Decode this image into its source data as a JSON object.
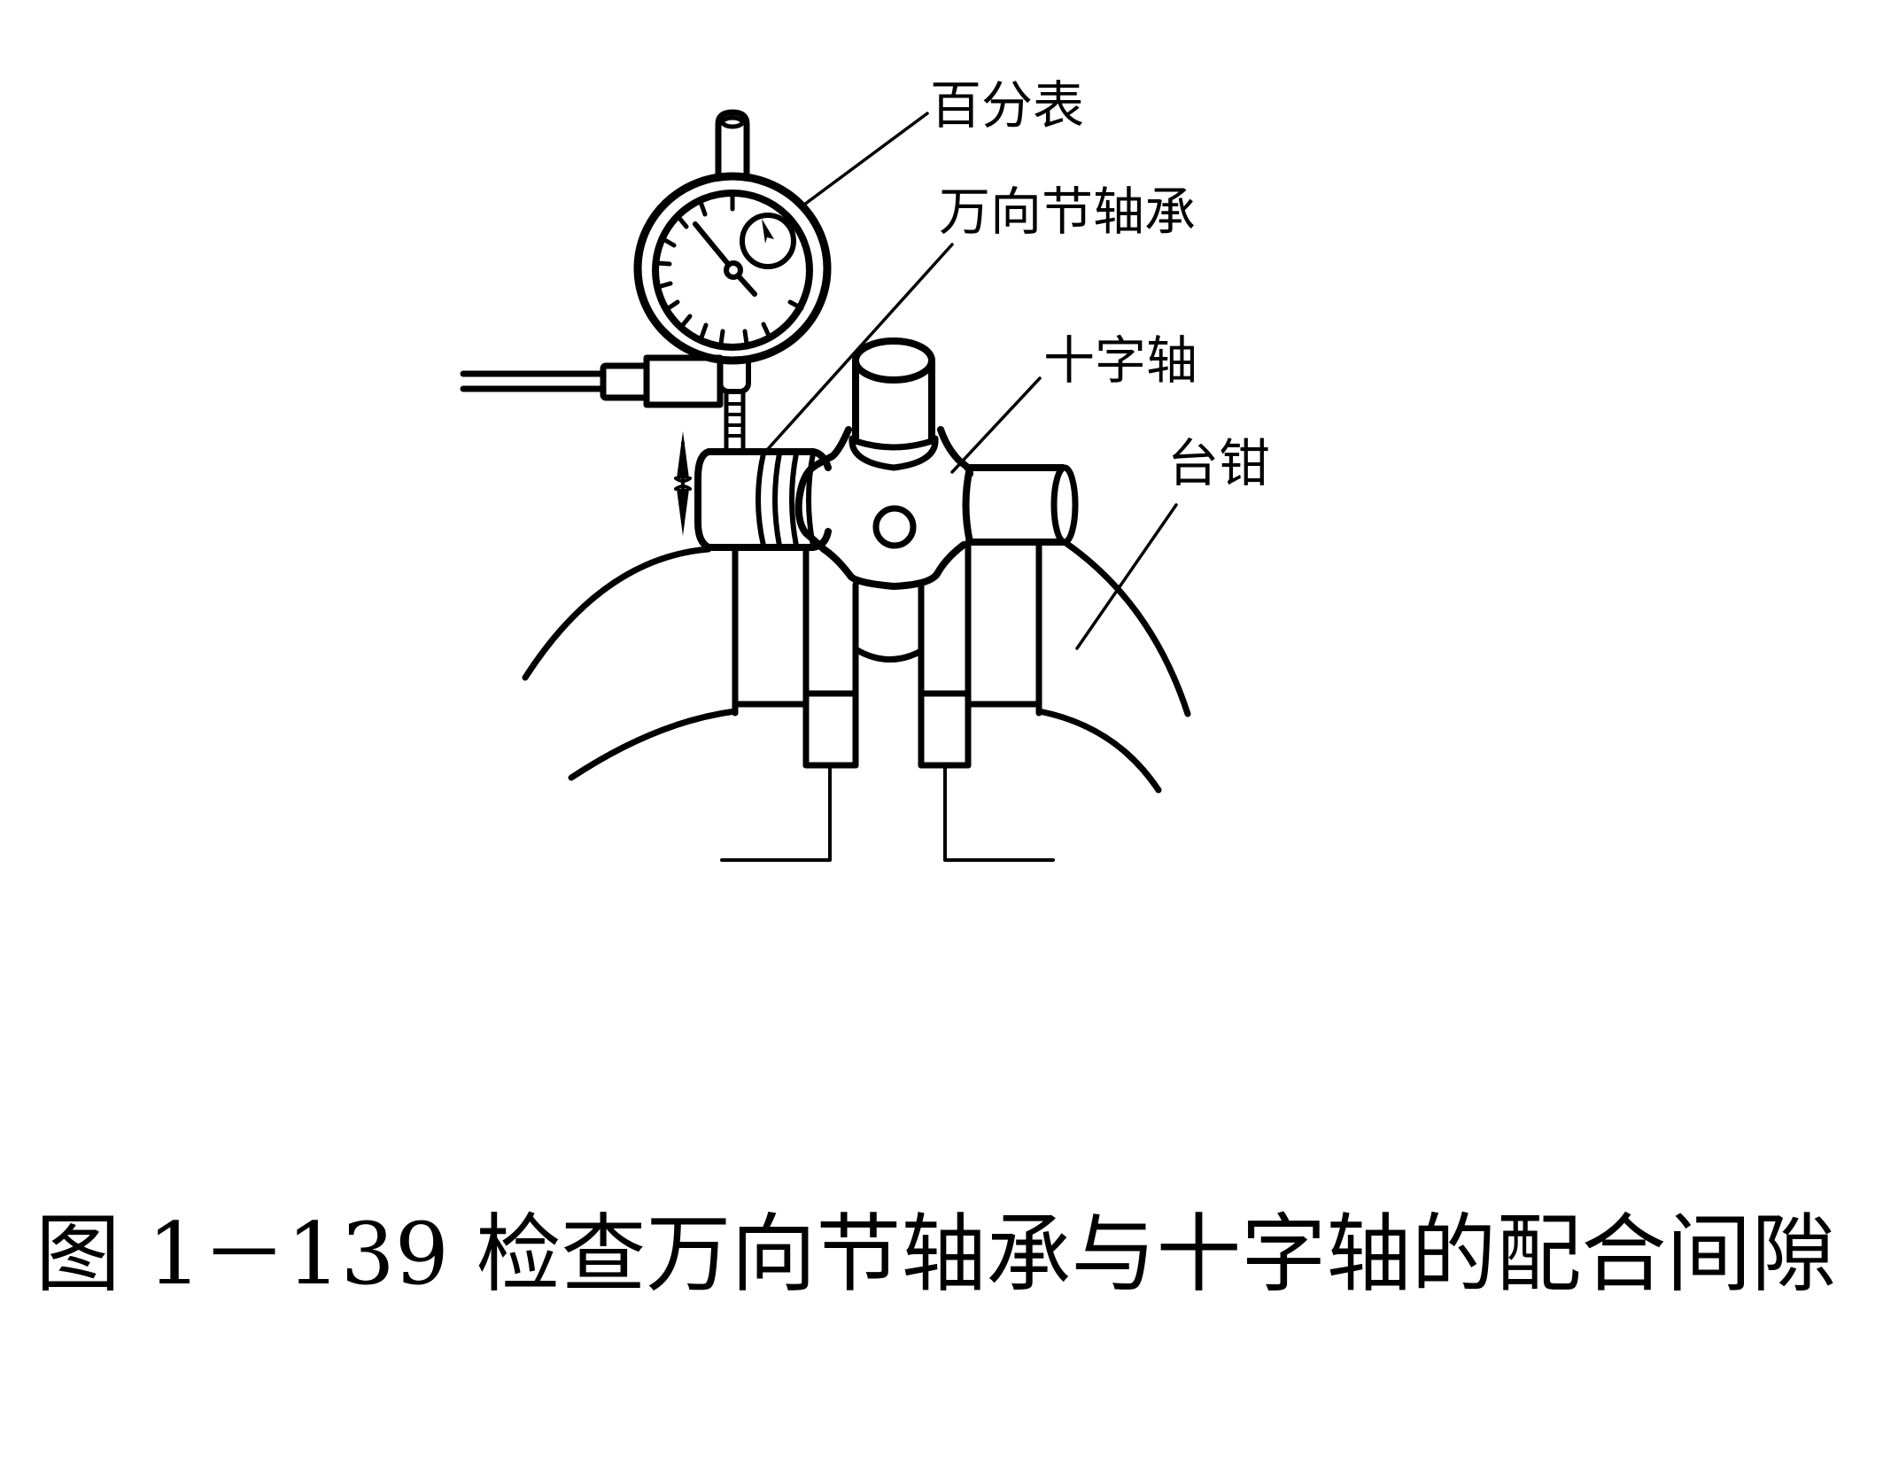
{
  "figure": {
    "labels": {
      "dial_indicator": "百分表",
      "universal_joint_bearing": "万向节轴承",
      "cross_shaft": "十字轴",
      "bench_vise": "台钳"
    },
    "caption": "图 1－139 检查万向节轴承与十字轴的配合间隙",
    "colors": {
      "line": "#000000",
      "background": "#ffffff"
    }
  }
}
